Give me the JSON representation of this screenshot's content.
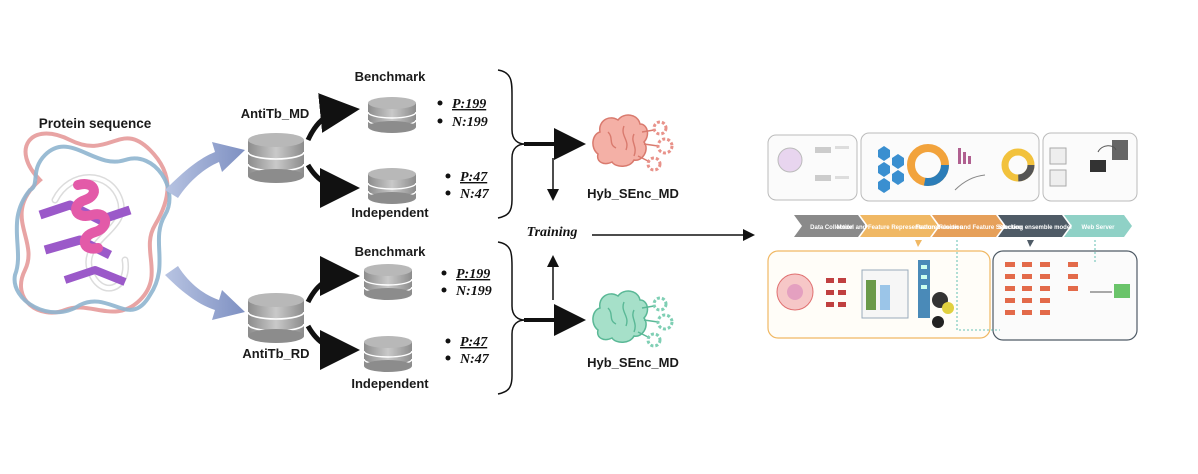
{
  "left": {
    "protein_label": "Protein sequence"
  },
  "datasets": [
    {
      "name": "AntiTb_MD",
      "benchmark_label": "Benchmark",
      "benchmark_pos": "P:199",
      "benchmark_neg": "N:199",
      "independent_label": "Independent",
      "independent_pos": "P:47",
      "independent_neg": "N:47",
      "model": "Hyb_SEnc_MD"
    },
    {
      "name": "AntiTb_RD",
      "benchmark_label": "Benchmark",
      "benchmark_pos": "P:199",
      "benchmark_neg": "N:199",
      "independent_label": "Independent",
      "independent_pos": "P:47",
      "independent_neg": "N:47",
      "model": "Hyb_SEnc_MD"
    }
  ],
  "training_label": "Training",
  "pipeline": {
    "steps": [
      "Data Collection",
      "Model and Feature Representation Selection",
      "Feature Fusion and Feature Selection",
      "Stacking ensemble model",
      "Web Server"
    ]
  },
  "colors": {
    "arrow_blue": "#8a9cc9",
    "brain_top": "#e8928a",
    "brain_bottom": "#7fcfb4",
    "db_gray": "#9a9a9a"
  }
}
